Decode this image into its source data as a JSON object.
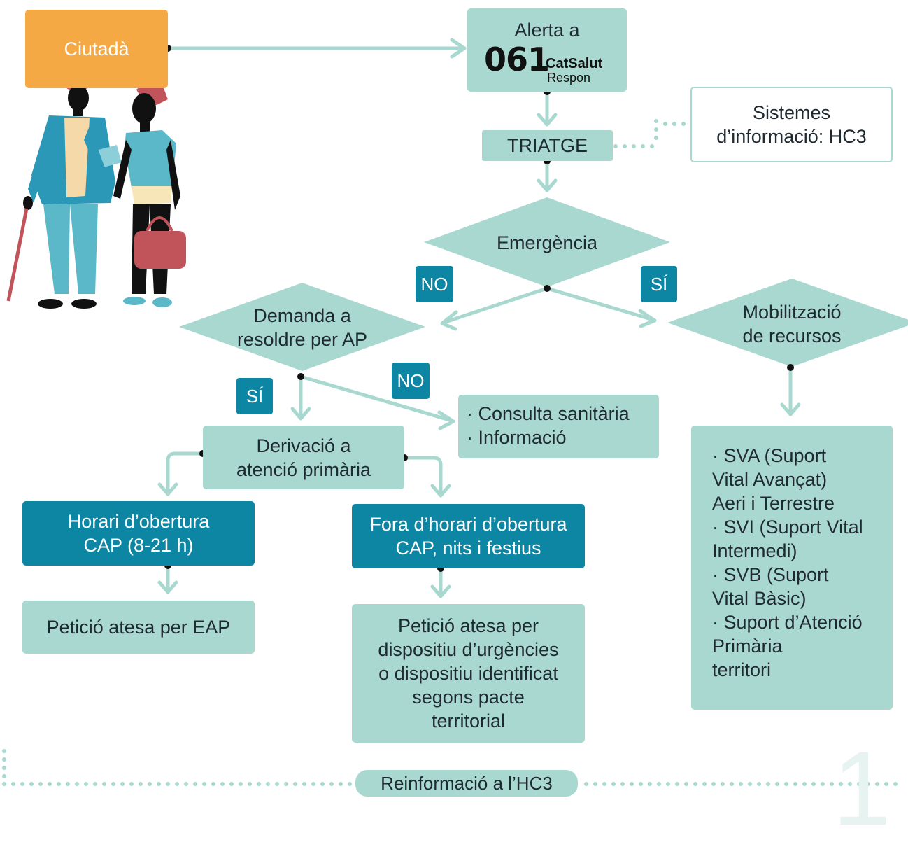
{
  "colors": {
    "mint": "#a8d8cf",
    "teal": "#0d86a4",
    "orange": "#f4a945",
    "dot": "#111111"
  },
  "nodes": {
    "ciutada": "Ciutadà",
    "alerta": "Alerta a",
    "alerta_number": "061",
    "alerta_brand": "CatSalut",
    "alerta_brand_sub": "Respon",
    "triatge": "TRIATGE",
    "sistemes": "Sistemes\nd’informació: HC3",
    "emergencia": "Emergència",
    "demanda": "Demanda a\nresoldre per AP",
    "mobilitzacio": "Mobilització\nde recursos",
    "consulta": "· Consulta sanitària\n· Informació",
    "derivacio": "Derivació a\natenció primària",
    "horari": "Horari d’obertura\nCAP (8-21 h)",
    "fora": "Fora d’horari d’obertura\nCAP, nits i festius",
    "eap": "Petició atesa per EAP",
    "dispositiu": "Petició atesa per\ndispositiu d’urgències\no dispositiu identificat\nsegons pacte\nterritorial",
    "recursos": "· SVA (Suport\n  Vital Avançat)\n  Aeri i Terrestre\n· SVI (Suport Vital\n  Intermedi)\n· SVB (Suport\n  Vital Bàsic)\n· Suport d’Atenció\n  Primària\n  territori",
    "reinformacio": "Reinformació a l’HC3"
  },
  "tags": {
    "no1": "NO",
    "si1": "SÍ",
    "si2": "SÍ",
    "no2": "NO"
  },
  "page_number": "1",
  "illustration": {
    "icon": "two-citizens-illustration"
  }
}
